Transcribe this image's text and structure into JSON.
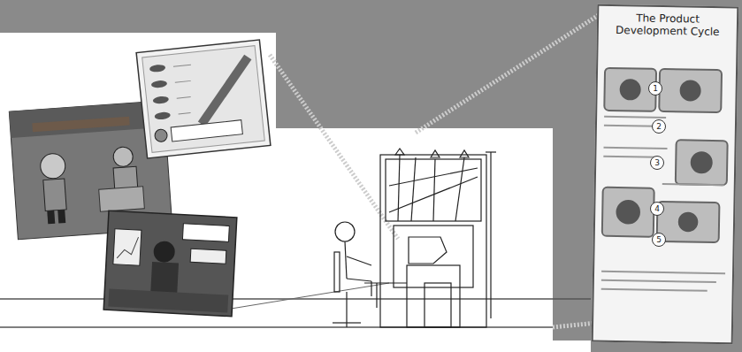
{
  "diagram": {
    "nodes": [
      {
        "text": [
          "The Product Development Cycle"
        ]
      }
    ],
    "labels": [
      "1",
      "2",
      "3",
      "4",
      "5"
    ]
  }
}
